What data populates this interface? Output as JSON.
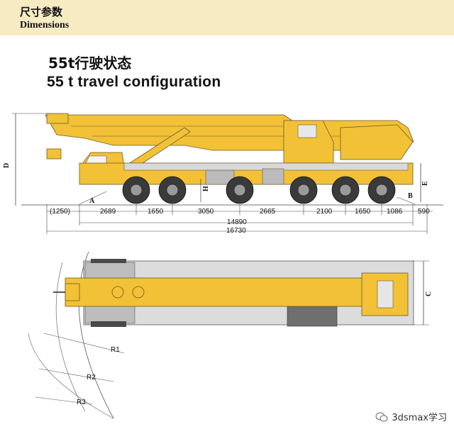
{
  "header": {
    "title_cn": "尺寸参数",
    "title_en": "Dimensions"
  },
  "section": {
    "title_cn": "55t行驶状态",
    "title_en": "55 t travel configuration"
  },
  "side_view": {
    "labels": {
      "D": "D",
      "E": "E",
      "H": "H",
      "A": "A",
      "B": "B"
    },
    "segments": [
      "(1250)",
      "2689",
      "1650",
      "3050",
      "2665",
      "2100",
      "1650",
      "1086",
      "590"
    ],
    "totals": [
      "14890",
      "16730"
    ]
  },
  "top_view": {
    "labels": {
      "C": "C",
      "R1": "R1",
      "R2": "R2",
      "R3": "R3"
    }
  },
  "watermark": {
    "text": "3dsmax学习"
  },
  "colors": {
    "header_bg": "#f7ebc3",
    "crane_yellow": "#f2c136",
    "crane_dark": "#6b5a2a"
  }
}
